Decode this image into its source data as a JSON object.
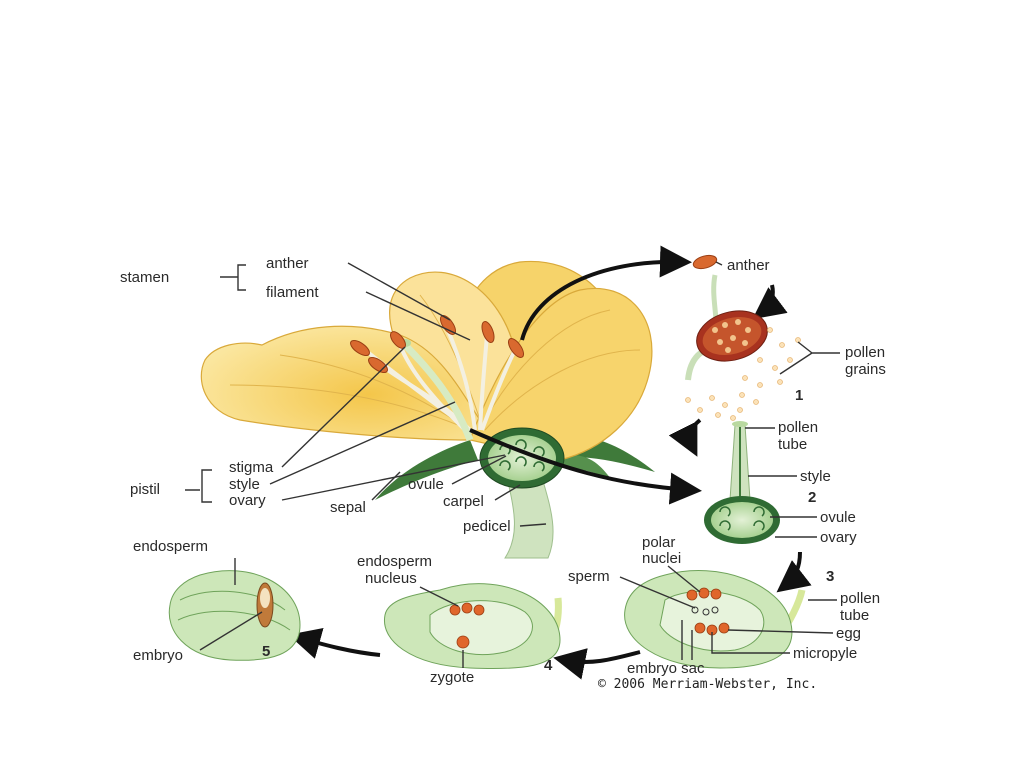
{
  "labels": {
    "stamen": "stamen",
    "anther": "anther",
    "filament": "filament",
    "pistil": "pistil",
    "stigma": "stigma",
    "style": "style",
    "ovary": "ovary",
    "sepal": "sepal",
    "ovule": "ovule",
    "carpel": "carpel",
    "pedicel": "pedicel",
    "anther_right": "anther",
    "pollen_grains_1": "pollen",
    "pollen_grains_2": "grains",
    "step1": "1",
    "pollen_tube_a_1": "pollen",
    "pollen_tube_a_2": "tube",
    "style_right": "style",
    "step2": "2",
    "ovule_right": "ovule",
    "ovary_right": "ovary",
    "step3": "3",
    "polar_nuclei_1": "polar",
    "polar_nuclei_2": "nuclei",
    "sperm": "sperm",
    "pollen_tube_b_1": "pollen",
    "pollen_tube_b_2": "tube",
    "egg": "egg",
    "micropyle": "micropyle",
    "embryo_sac": "embryo sac",
    "endosperm_nucleus_1": "endosperm",
    "endosperm_nucleus_2": "nucleus",
    "zygote": "zygote",
    "step4": "4",
    "endosperm": "endosperm",
    "embryo": "embryo",
    "step5": "5",
    "copyright": "© 2006 Merriam-Webster, Inc."
  },
  "colors": {
    "petal": "#f7d86a",
    "petal_light": "#fbe9a6",
    "petal_edge": "#d9a93a",
    "anther": "#d9692f",
    "stem": "#c9dfb8",
    "leaf": "#3f7a3a",
    "ovary_green": "#a6cf8e",
    "ovary_dark": "#2f6b33",
    "nucleus": "#e0662b"
  }
}
